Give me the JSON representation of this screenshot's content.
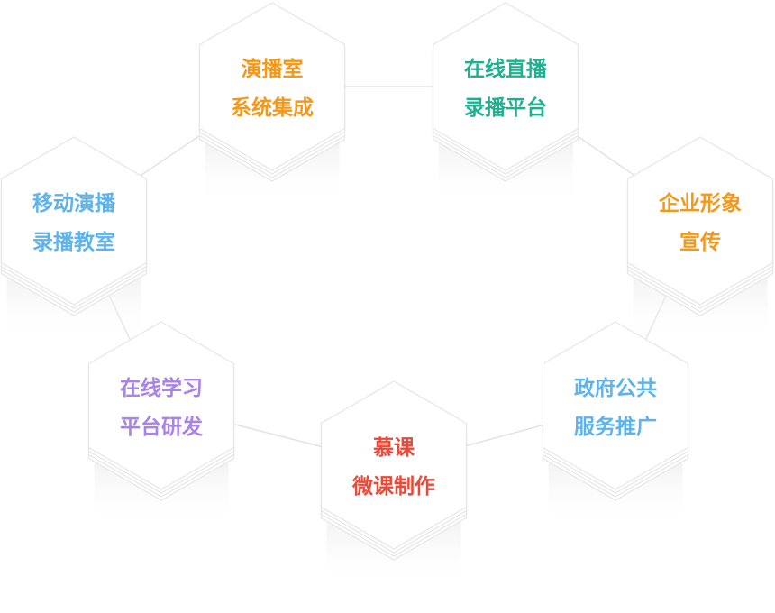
{
  "colors": {
    "orange": "#f2991b",
    "teal": "#20b08f",
    "blue": "#5fb3ea",
    "purple": "#a883e8",
    "red": "#e84a3a",
    "hex_stroke": "#e6e6e6",
    "connector": "#e3e3e3"
  },
  "services": [
    {
      "id": "studio-integration",
      "line1": "演播室",
      "line2": "系统集成",
      "color": "#f2991b"
    },
    {
      "id": "online-live-platform",
      "line1": "在线直播",
      "line2": "录播平台",
      "color": "#20b08f"
    },
    {
      "id": "corporate-promo",
      "line1": "企业形象",
      "line2": "宣传",
      "color": "#f2991b"
    },
    {
      "id": "government-service",
      "line1": "政府公共",
      "line2": "服务推广",
      "color": "#5fb3ea"
    },
    {
      "id": "mooc-production",
      "line1": "慕课",
      "line2": "微课制作",
      "color": "#e84a3a"
    },
    {
      "id": "online-learning-dev",
      "line1": "在线学习",
      "line2": "平台研发",
      "color": "#a883e8"
    },
    {
      "id": "mobile-recording-classroom",
      "line1": "移动演播",
      "line2": "录播教室",
      "color": "#5fb3ea"
    }
  ]
}
